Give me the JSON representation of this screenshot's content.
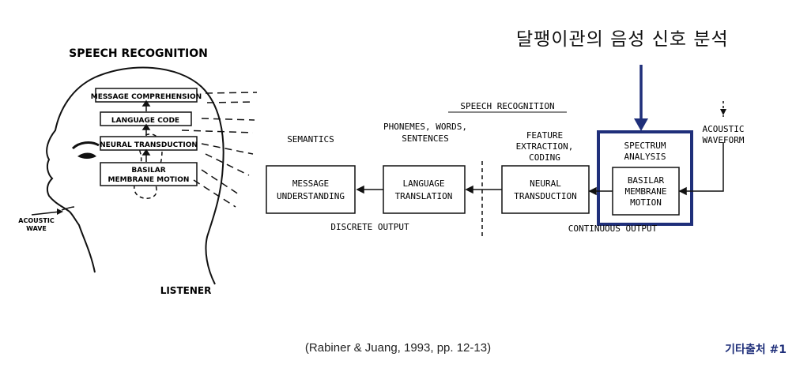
{
  "headline": "달팽이관의 음성 신호 분석",
  "left_figure": {
    "title": "SPEECH RECOGNITION",
    "boxes": [
      "MESSAGE COMPREHENSION",
      "LANGUAGE CODE",
      "NEURAL TRANSDUCTION",
      "BASILAR",
      "MEMBRANE MOTION"
    ],
    "input_label_1": "ACOUSTIC",
    "input_label_2": "WAVE",
    "caption": "LISTENER"
  },
  "right_figure": {
    "title": "SPEECH RECOGNITION",
    "stage_labels": {
      "semantics": "SEMANTICS",
      "phonemes_1": "PHONEMES, WORDS,",
      "phonemes_2": "SENTENCES",
      "feature_1": "FEATURE",
      "feature_2": "EXTRACTION,",
      "feature_3": "CODING",
      "acoustic_1": "ACOUSTIC",
      "acoustic_2": "WAVEFORM"
    },
    "boxes": {
      "message_1": "MESSAGE",
      "message_2": "UNDERSTANDING",
      "language_1": "LANGUAGE",
      "language_2": "TRANSLATION",
      "neural_1": "NEURAL",
      "neural_2": "TRANSDUCTION",
      "spectrum_1": "SPECTRUM",
      "spectrum_2": "ANALYSIS",
      "basilar_1": "BASILAR",
      "basilar_2": "MEMBRANE",
      "basilar_3": "MOTION"
    },
    "discrete_output": "DISCRETE OUTPUT",
    "continuous_output": "CONTINUOUS OUTPUT",
    "highlight_color": "#1f2f7a"
  },
  "citation": "(Rabiner & Juang, 1993, pp. 12-13)",
  "badge": "기타출처 #1"
}
